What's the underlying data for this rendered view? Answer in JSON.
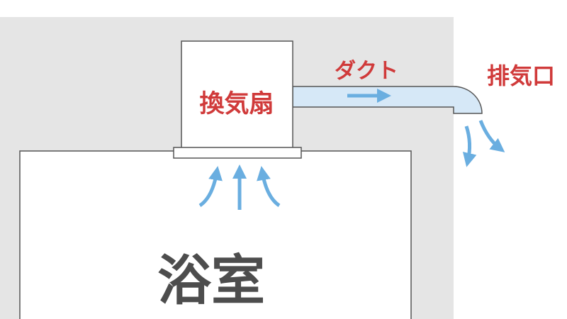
{
  "labels": {
    "fan": "換気扇",
    "duct": "ダクト",
    "outlet": "排気口",
    "room": "浴室"
  },
  "colors": {
    "wall": "#e5e5e5",
    "outline": "#555555",
    "label_red": "#d03a3a",
    "room_text": "#4d4d4d",
    "duct_fill": "#d6e8f7",
    "arrow": "#6aaee0"
  },
  "icons": [
    "intake-arrow-icon",
    "duct-flow-arrow-icon",
    "exhaust-arrow-icon"
  ]
}
